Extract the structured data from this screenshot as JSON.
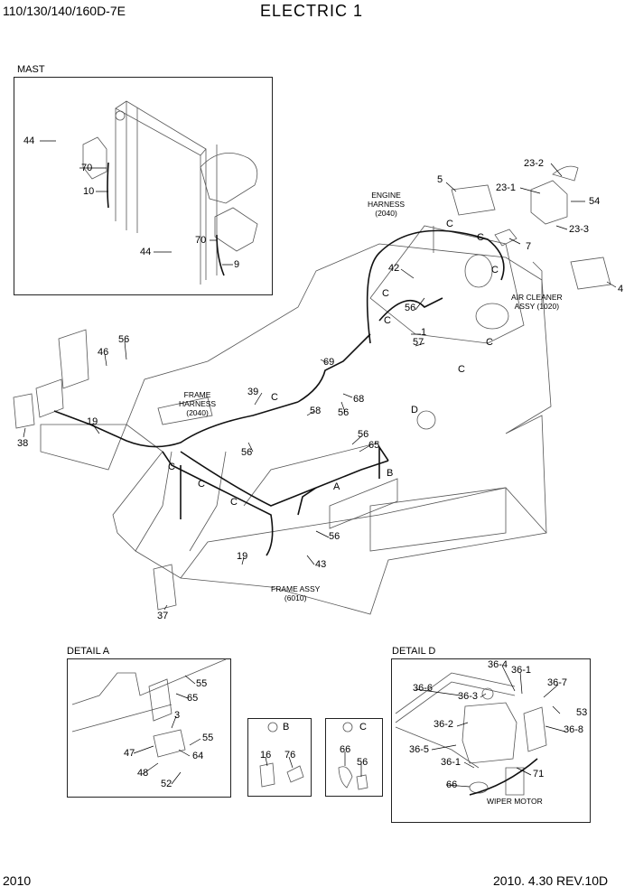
{
  "header": {
    "model": "110/130/140/160D-7E",
    "title": "ELECTRIC 1"
  },
  "footer": {
    "page": "2010",
    "rev": "2010. 4.30  REV.10D"
  },
  "sections": {
    "mast": "MAST",
    "detail_a": "DETAIL A",
    "detail_d": "DETAIL D"
  },
  "circles": {
    "b": "B",
    "c": "C"
  },
  "notes": {
    "engine_harness": [
      "ENGINE",
      "HARNESS",
      "(2040)"
    ],
    "air_cleaner": [
      "AIR CLEANER",
      "ASSY (1020)"
    ],
    "frame_harness": [
      "FRAME",
      "HARNESS",
      "(2040)"
    ],
    "frame_assy": [
      "FRAME ASSY",
      "(6010)"
    ],
    "wiper_motor": "WIPER MOTOR"
  },
  "parts": {
    "mast": [
      "44",
      "70",
      "10",
      "44",
      "70",
      "9"
    ],
    "main": [
      "23-2",
      "23-1",
      "54",
      "23-3",
      "5",
      "7",
      "4",
      "42",
      "56",
      "1",
      "57",
      "46",
      "56",
      "38",
      "19",
      "39",
      "69",
      "58",
      "68",
      "56",
      "56",
      "56",
      "65",
      "19",
      "56",
      "43",
      "37"
    ],
    "detail_a": [
      "55",
      "65",
      "3",
      "55",
      "47",
      "64",
      "48",
      "52"
    ],
    "box_b": [
      "16",
      "76"
    ],
    "box_c": [
      "66",
      "56"
    ],
    "detail_d": [
      "36-4",
      "36-1",
      "36-6",
      "36-3",
      "36-7",
      "53",
      "36-2",
      "36-8",
      "36-5",
      "36-1",
      "71",
      "66"
    ]
  },
  "letters": {
    "c": "C",
    "a": "A",
    "b": "B",
    "d": "D"
  }
}
